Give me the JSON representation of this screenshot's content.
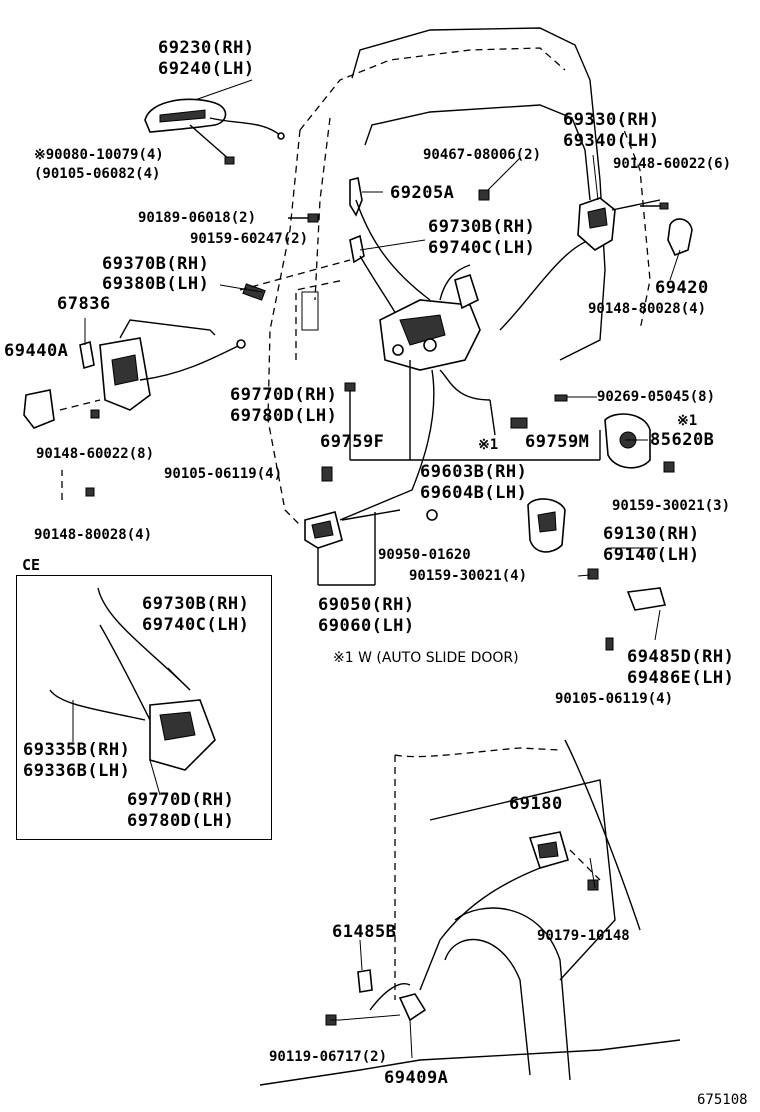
{
  "diagram_id": "675108",
  "inset_title": "CE",
  "note": "※1 W  (AUTO SLIDE DOOR)",
  "labels": {
    "p69230": "69230(RH)",
    "p69240": "69240(LH)",
    "p90080": "※90080-10079(4)",
    "p90105a": "(90105-06082(4)",
    "p90189": "90189-06018(2)",
    "p90159a": "90159-60247(2)",
    "p69205a": "69205A",
    "p90467": "90467-08006(2)",
    "p69330": "69330(RH)",
    "p69340": "69340(LH)",
    "p90148a": "90148-60022(6)",
    "p69730b": "69730B(RH)",
    "p69740c": "69740C(LH)",
    "p69370b": "69370B(RH)",
    "p69380b": "69380B(LH)",
    "p69420": "69420",
    "p90148b": "90148-80028(4)",
    "p67836": "67836",
    "p69440a": "69440A",
    "p90269": "90269-05045(8)",
    "p69770d": "69770D(RH)",
    "p69780d": "69780D(LH)",
    "mark1a": "※1",
    "mark1b": "※1",
    "p85620b": "85620B",
    "p69759f": "69759F",
    "p69759m": "69759M",
    "p90148c": "90148-60022(8)",
    "p90105b": "90105-06119(4)",
    "p69603b": "69603B(RH)",
    "p69604b": "69604B(LH)",
    "p90159b": "90159-30021(3)",
    "p90148d": "90148-80028(4)",
    "p69130": "69130(RH)",
    "p69140": "69140(LH)",
    "p90950": "90950-01620",
    "p90159c": "90159-30021(4)",
    "p69050": "69050(RH)",
    "p69060": "69060(LH)",
    "p69485d": "69485D(RH)",
    "p69486e": "69486E(LH)",
    "p90105c": "90105-06119(4)",
    "ce69730b": "69730B(RH)",
    "ce69740c": "69740C(LH)",
    "ce69335b": "69335B(RH)",
    "ce69336b": "69336B(LH)",
    "ce69770d": "69770D(RH)",
    "ce69780d": "69780D(LH)",
    "p69180": "69180",
    "p61485b": "61485B",
    "p90179": "90179-10148",
    "p90119": "90119-06717(2)",
    "p69409a": "69409A"
  },
  "icons": [
    "outside-handle-icon",
    "door-lock-icon",
    "actuator-motor-icon",
    "cable-icon",
    "bolt-icon",
    "fuel-lid-opener-icon"
  ]
}
